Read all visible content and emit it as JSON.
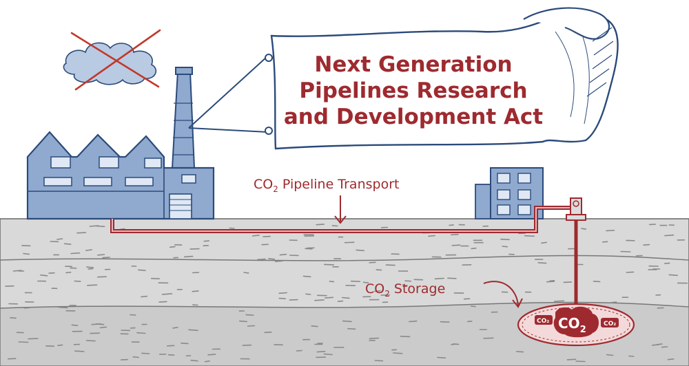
{
  "banner": {
    "line1": "Next Generation",
    "line2": "Pipelines Research",
    "line3": "and Development Act"
  },
  "labels": {
    "transport_prefix": "CO",
    "transport_sub": "2",
    "transport_suffix": " Pipeline Transport",
    "storage_prefix": "CO",
    "storage_sub": "2",
    "storage_suffix": " Storage"
  },
  "reservoir": {
    "big_prefix": "CO",
    "big_sub": "2",
    "small_left": "CO₂",
    "small_right": "CO₂"
  },
  "colors": {
    "ink_blue": "#2b4a7a",
    "factory_fill": "#8fa9cf",
    "accent_red": "#9e2a2f",
    "ground_fill": "#d6d6d6",
    "deep_ground_fill": "#c9c9c9",
    "banner_fill": "#ffffff"
  },
  "icons": [
    "crossed-out-smoke-icon",
    "factory-icon",
    "building-icon",
    "wellhead-icon",
    "banner-icon"
  ]
}
